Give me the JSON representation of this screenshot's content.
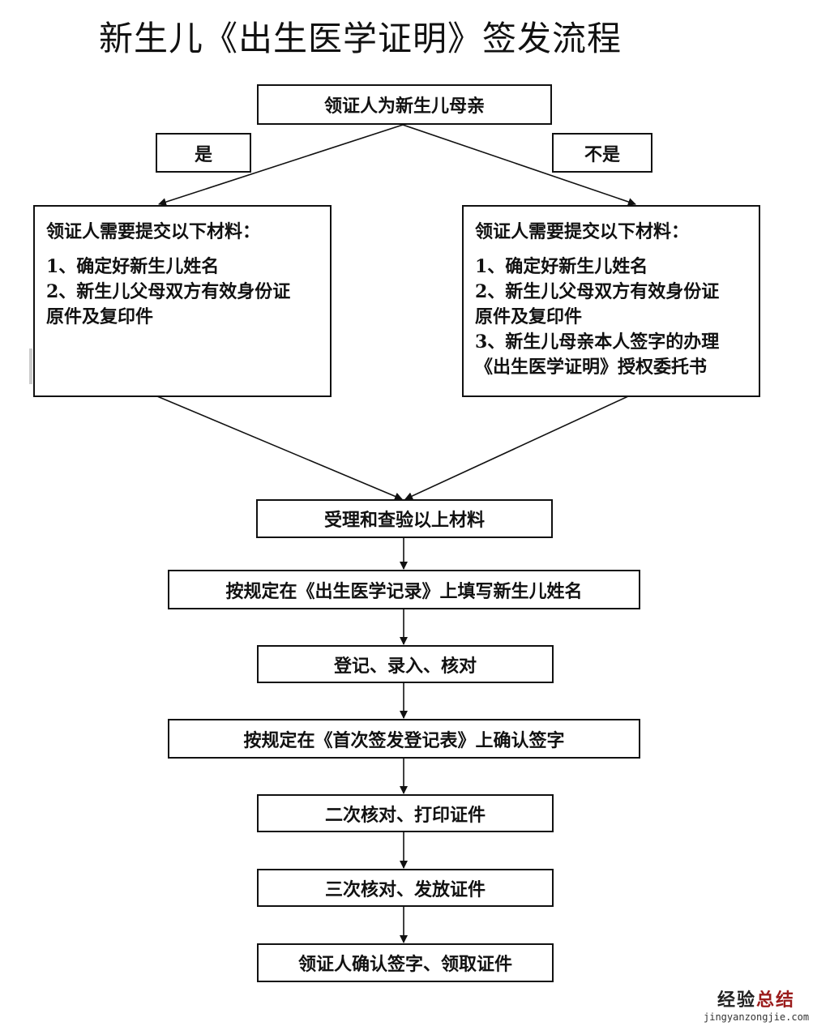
{
  "title": "新生儿《出生医学证明》签发流程",
  "decision": {
    "question": "领证人为新生儿母亲",
    "yes_label": "是",
    "no_label": "不是"
  },
  "branch_yes": {
    "heading": "领证人需要提交以下材料：",
    "items": [
      "1、确定好新生儿姓名",
      "2、新生儿父母双方有效身份证",
      "原件及复印件"
    ]
  },
  "branch_no": {
    "heading": "领证人需要提交以下材料：",
    "items": [
      "1、确定好新生儿姓名",
      "2、新生儿父母双方有效身份证",
      "原件及复印件",
      "3、新生儿母亲本人签字的办理",
      "《出生医学证明》授权委托书"
    ]
  },
  "steps": [
    "受理和查验以上材料",
    "按规定在《出生医学记录》上填写新生儿姓名",
    "登记、录入、核对",
    "按规定在《首次签发登记表》上确认签字",
    "二次核对、打印证件",
    "三次核对、发放证件",
    "领证人确认签字、领取证件"
  ],
  "watermark": {
    "cn_a": "经验",
    "cn_b": "总结",
    "url": "jingyanzongjie.com"
  }
}
